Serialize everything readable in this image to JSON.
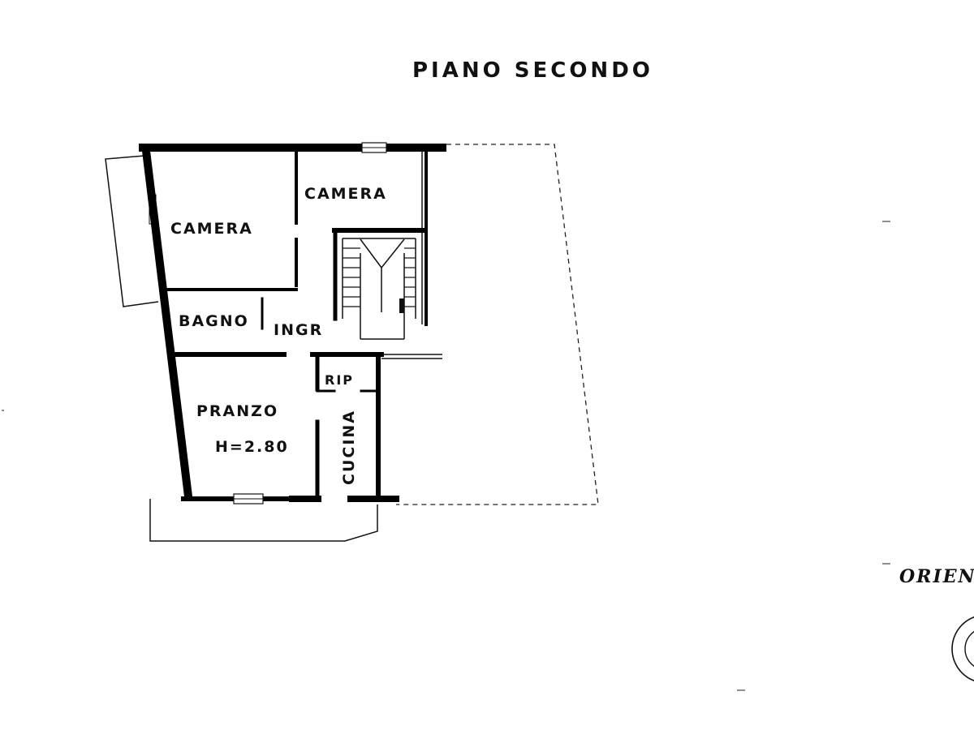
{
  "title": "PIANO SECONDO",
  "rooms": {
    "camera_left": "CAMERA",
    "camera_right": "CAMERA",
    "bagno": "BAGNO",
    "ingresso": "INGR",
    "ripostiglio": "RIP",
    "pranzo": "PRANZO",
    "height": "H=2.80",
    "cucina": "CUCINA"
  },
  "orientation_label": "ORIEN",
  "icons": {
    "compass": "compass-rose-icon"
  }
}
